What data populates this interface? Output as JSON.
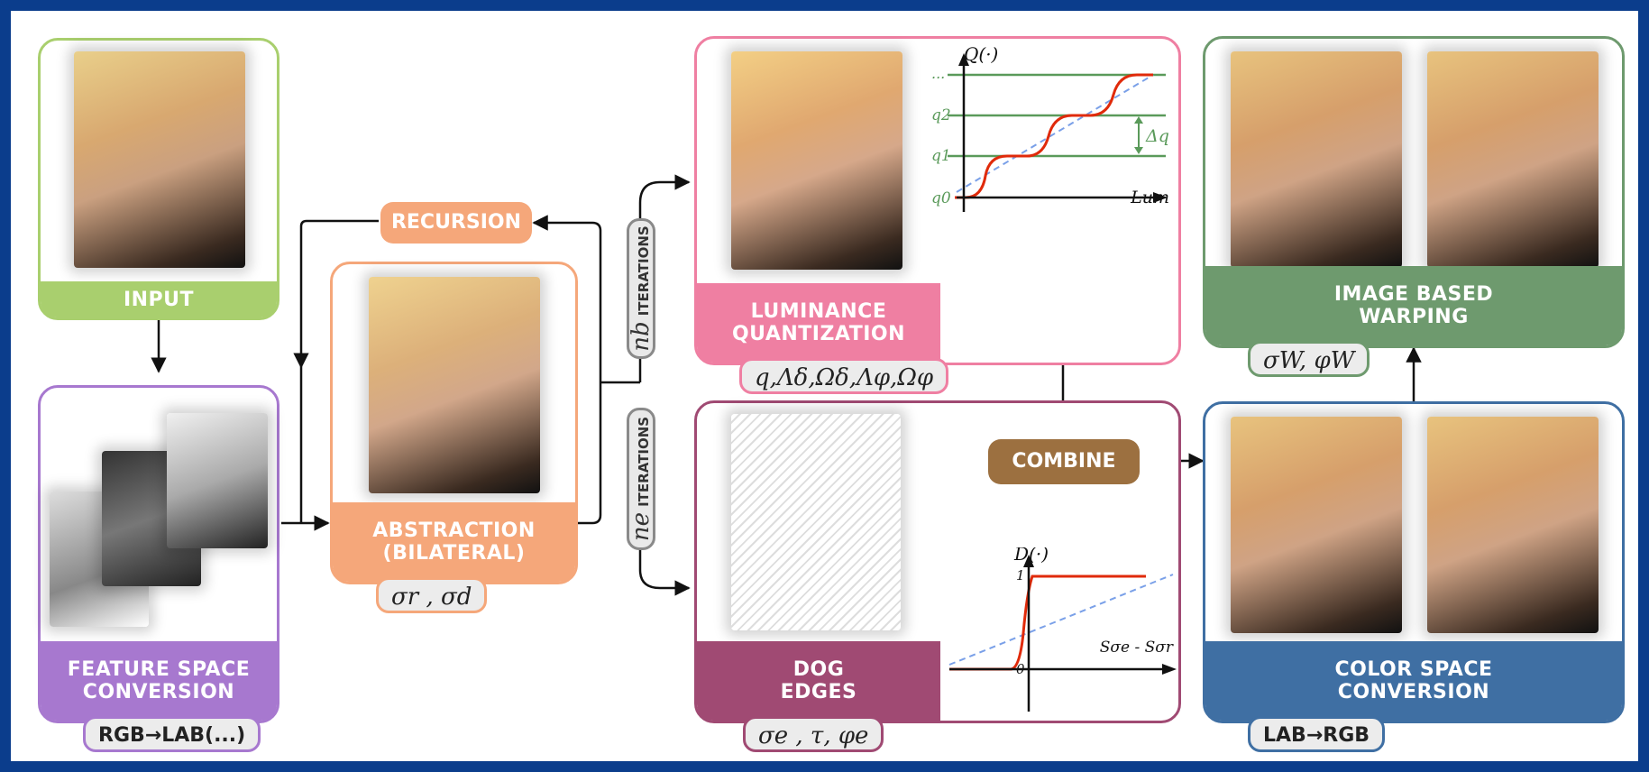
{
  "colors": {
    "frame": "#0b3d8c",
    "input": "#a9cf6e",
    "feature": "#a778cf",
    "abstraction": "#f5a77a",
    "recursion": "#f5a77a",
    "luminance": "#ef7fa2",
    "dog": "#a04a73",
    "combine": "#9c7040",
    "warping": "#6e9a6e",
    "colorspace": "#3f6fa3",
    "graph_line": "#5a9a5a",
    "curve": "#e02a0a",
    "dashed": "#7aa0e8"
  },
  "nodes": {
    "input": {
      "label": "INPUT"
    },
    "feature": {
      "label_line1": "FEATURE SPACE",
      "label_line2": "CONVERSION",
      "param": "RGB→LAB(...)"
    },
    "recursion": {
      "label": "RECURSION"
    },
    "abstraction": {
      "label_line1": "ABSTRACTION",
      "label_line2": "(BILATERAL)",
      "param": "σr , σd"
    },
    "nb_iter": {
      "symbol": "nb",
      "label": "ITERATIONS"
    },
    "ne_iter": {
      "symbol": "ne",
      "label": "ITERATIONS"
    },
    "luminance": {
      "label_line1": "LUMINANCE",
      "label_line2": "QUANTIZATION",
      "param": "q,Λδ,Ωδ,Λφ,Ωφ"
    },
    "dog": {
      "label_line1": "DOG",
      "label_line2": "EDGES",
      "param": "σe , τ, φe"
    },
    "combine": {
      "label": "COMBINE"
    },
    "warping": {
      "label_line1": "IMAGE BASED",
      "label_line2": "WARPING",
      "param": "σW, φW"
    },
    "colorspace": {
      "label_line1": "COLOR SPACE",
      "label_line2": "CONVERSION",
      "param": "LAB→RGB"
    }
  },
  "quant_graph": {
    "y_title": "Q(·)",
    "x_title": "Lum",
    "ticks": [
      "...",
      "q2",
      "q1",
      "q0"
    ],
    "delta": "Δq"
  },
  "dog_graph": {
    "y_title": "D(·)",
    "x_title": "Sσe - Sσr",
    "tick_top": "1",
    "tick_bottom": "0"
  }
}
